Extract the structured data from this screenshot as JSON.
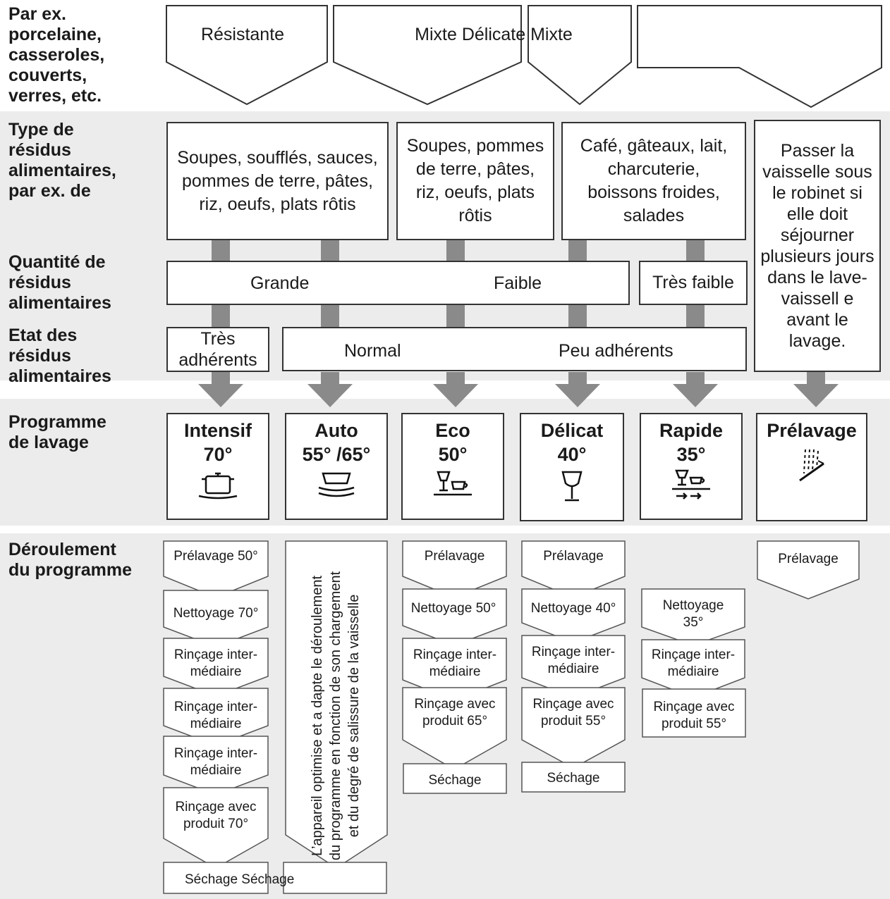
{
  "row_labels": {
    "example": "Par ex.\n    porcelaine,\n    casseroles,\n    couverts,\n    verres, etc.",
    "residue_type": "Type de\nrésidus\nalimentaires,\npar ex. de",
    "quantity": "Quantité de\nrésidus\nalimentaires",
    "state": "Etat des\nrésidus\nalimentaires",
    "program": "Programme\nde lavage",
    "sequence": "Déroulement\ndu programme"
  },
  "top_tabs": {
    "resistante": "Résistante",
    "mixte_delicate_mixte": "Mixte Délicate Mixte"
  },
  "residue_boxes": [
    "Soupes, soufflés, sauces, pommes de terre, pâtes, riz, oeufs, plats rôtis",
    "Soupes, pommes de terre, pâtes, riz, oeufs, plats rôtis",
    "Café, gâteaux, lait, charcuterie, boissons froides, salades",
    "Passer la vaisselle sous le robinet si elle doit séjourner plusieurs jours dans le lave-vaissell e avant le lavage."
  ],
  "quantity": {
    "from": "Grande",
    "to": "Faible",
    "very_low": "Très faible"
  },
  "state": {
    "very_sticky": "Très adhérents",
    "from": "Normal",
    "to": "Peu adhérents"
  },
  "programs": [
    {
      "name": "Intensif",
      "temp": "70°",
      "icon": "pot-icon"
    },
    {
      "name": "Auto",
      "temp": "55° /65°",
      "icon": "stacked-plates-icon"
    },
    {
      "name": "Eco",
      "temp": "50°",
      "icon": "glass-and-cup-icon"
    },
    {
      "name": "Délicat",
      "temp": "40°",
      "icon": "wine-glass-icon"
    },
    {
      "name": "Rapide",
      "temp": "35°",
      "icon": "glass-cup-fast-icon"
    },
    {
      "name": "Prélavage",
      "temp": "",
      "icon": "water-spray-icon"
    }
  ],
  "sequences": {
    "intensif": [
      "Prélavage 50°",
      "Nettoyage 70°",
      "Rinçage inter-médiaire",
      "Rinçage inter-médiaire",
      "Rinçage inter-médiaire",
      "Rinçage avec produit 70°"
    ],
    "drying_shared": "Séchage Séchage",
    "auto_text": "L’appareil optimise et a dapte le déroulement du programme en fonction de son chargement et du degré de salissure de la vaisselle",
    "eco": [
      "Prélavage",
      "Nettoyage 50°",
      "Rinçage inter-médiaire",
      "Rinçage avec produit 65°",
      "Séchage"
    ],
    "delicat": [
      "Prélavage",
      "Nettoyage 40°",
      "Rinçage inter-médiaire",
      "Rinçage avec produit 55°",
      "Séchage"
    ],
    "rapide": [
      "Nettoyage 35°",
      "Rinçage inter-médiaire",
      "Rinçage avec produit 55°"
    ],
    "prelavage": [
      "Prélavage"
    ]
  }
}
